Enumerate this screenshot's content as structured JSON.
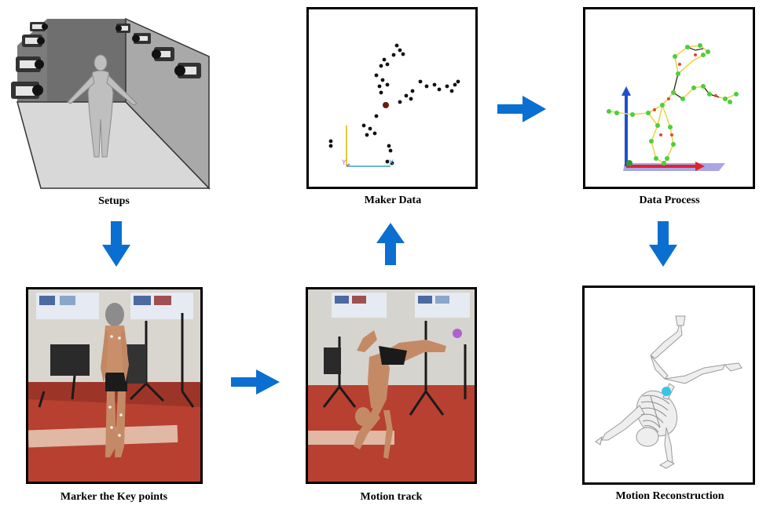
{
  "steps": {
    "setups": {
      "label": "Setups"
    },
    "maker_data": {
      "label": "Maker Data"
    },
    "data_process": {
      "label": "Data Process"
    },
    "marker_key_points": {
      "label": "Marker the Key points"
    },
    "motion_track": {
      "label": "Motion track"
    },
    "motion_reconstruction": {
      "label": "Motion Reconstruction"
    }
  },
  "axes": {
    "x_label": "X",
    "y_label": "Y"
  },
  "colors": {
    "arrow": "#0a6fd0",
    "border": "#000000",
    "floor": "#c8442c",
    "axis_z": "#1f4fd0",
    "axis_x": "#e0252a",
    "skeleton_line": "#e8d64a",
    "skeleton_joint": "#4ccf3a"
  }
}
